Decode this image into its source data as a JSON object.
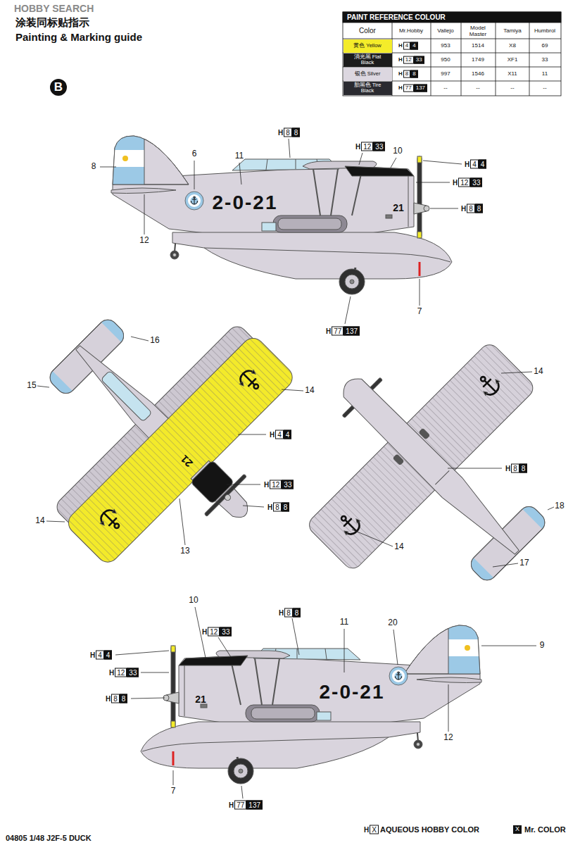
{
  "diagram": {
    "title": "Painting & Marking guide",
    "labels": [
      "HOBBY SEARCH",
      "涂装同标贴指示",
      "B",
      "PAINT REFERENCE COLOUR",
      "Color",
      "Mr.Hobby",
      "Vallejo",
      "Model Master",
      "Tamiya",
      "Humbrol",
      "H",
      "4",
      "4",
      "953",
      "1514",
      "X8",
      "69",
      "H",
      "12",
      "33",
      "950",
      "1749",
      "XF1",
      "33",
      "H",
      "8",
      "8",
      "997",
      "1546",
      "X11",
      "11",
      "H",
      "77",
      "137",
      "--",
      "--",
      "--",
      "--",
      "8",
      "6",
      "11",
      "10",
      "12",
      "7",
      "H",
      "8",
      "8",
      "H",
      "12",
      "33",
      "H",
      "4",
      "4",
      "H",
      "12",
      "33",
      "H",
      "8",
      "8",
      "H",
      "77",
      "137",
      "2-0-21",
      "21",
      "16",
      "15",
      "14",
      "14",
      "13",
      "H",
      "4",
      "4",
      "H",
      "12",
      "33",
      "H",
      "8",
      "8",
      "21",
      "14",
      "18",
      "14",
      "17",
      "H",
      "8",
      "8",
      "10",
      "11",
      "20",
      "9",
      "12",
      "7",
      "H",
      "8",
      "8",
      "H",
      "12",
      "33",
      "H",
      "4",
      "4",
      "H",
      "12",
      "33",
      "H",
      "8",
      "8",
      "H",
      "77",
      "137",
      "2-0-21",
      "21",
      "H",
      "X",
      "AQUEOUS HOBBY COLOR",
      "X",
      "Mr. COLOR",
      "04805 1/48 J2F-5 DUCK"
    ],
    "legend": [
      {
        "text": "黄色 Yellow",
        "color": "#f4ec2a"
      },
      {
        "text": "消光黑 Flat Black",
        "color": "#1c1c1c"
      },
      {
        "text": "银色 Silver",
        "color": "#dcd7e0"
      },
      {
        "text": "胎黑色 Tire Black",
        "color": "#2a2a30"
      }
    ]
  }
}
